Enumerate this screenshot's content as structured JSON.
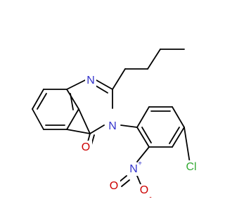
{
  "molecule": {
    "atoms": {
      "N1": {
        "label": "N",
        "color": "#3333cc"
      },
      "N3": {
        "label": "N",
        "color": "#3333cc"
      },
      "O4": {
        "label": "O",
        "color": "#cc0000"
      },
      "Cl": {
        "label": "Cl",
        "color": "#33aa33"
      },
      "N_nitro": {
        "label": "N",
        "color": "#3333cc",
        "charge": "+"
      },
      "O_nitro_a": {
        "label": "O",
        "color": "#cc0000"
      },
      "O_nitro_b": {
        "label": "O",
        "color": "#cc0000",
        "charge": "-"
      }
    }
  }
}
